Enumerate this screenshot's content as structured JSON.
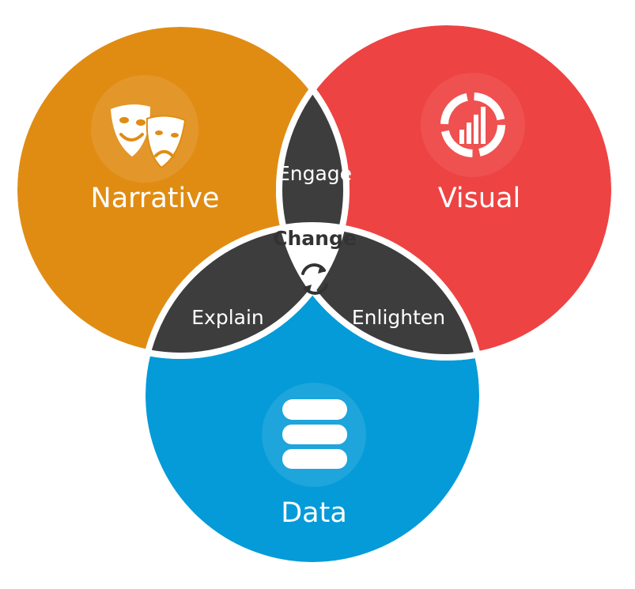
{
  "diagram": {
    "type": "venn",
    "circles": {
      "narrative": {
        "label": "Narrative",
        "color": "#E08C13",
        "icon": "theater-masks-icon"
      },
      "visual": {
        "label": "Visual",
        "color": "#EE4343",
        "icon": "chart-icon"
      },
      "data": {
        "label": "Data",
        "color": "#049BD8",
        "icon": "database-icon"
      }
    },
    "overlaps": {
      "narrative_visual": "Engage",
      "narrative_data": "Explain",
      "visual_data": "Enlighten"
    },
    "center": {
      "label": "Change",
      "icon": "refresh-icon"
    },
    "overlap_color": "#3D3D3D"
  }
}
